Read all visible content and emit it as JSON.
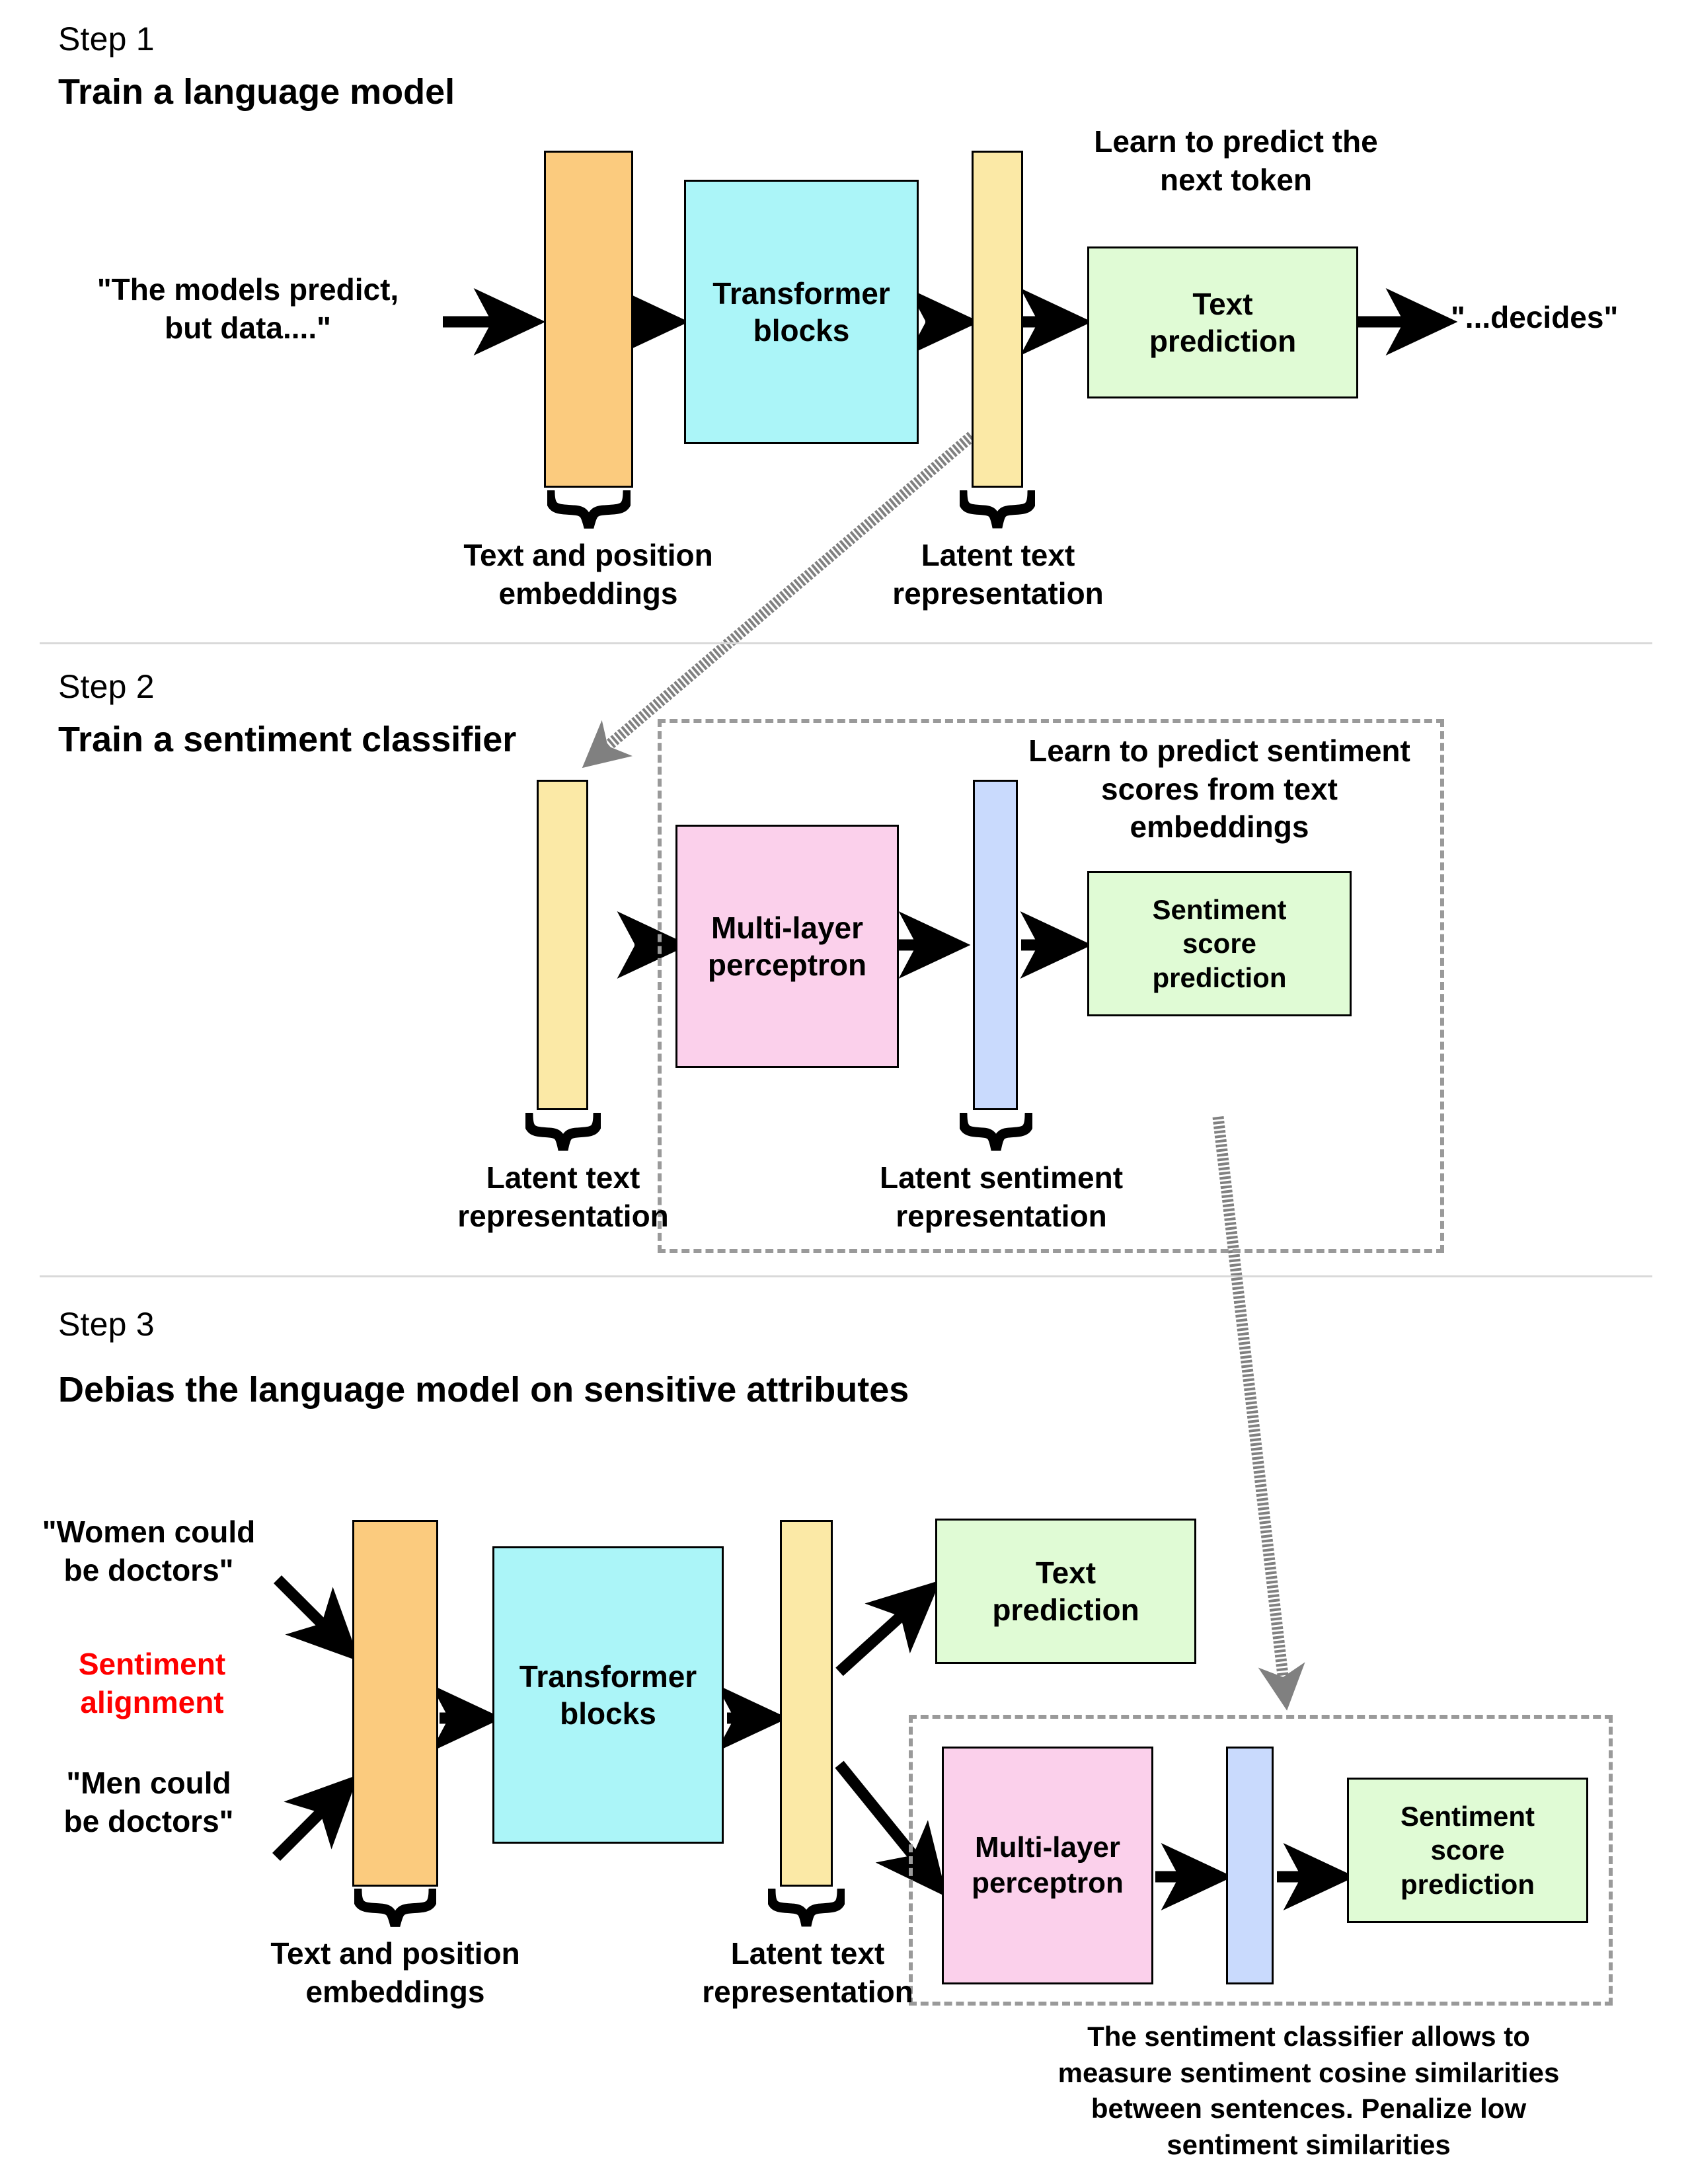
{
  "steps": [
    {
      "id": "step1",
      "label": "Step 1",
      "title": "Train a language model",
      "input_text": "\"The models predict,\nbut data....\"",
      "output_text": "\"...decides\"",
      "annotation": "Learn to predict the\nnext token",
      "blocks": {
        "embeddings_bar": "",
        "transformer": "Transformer\nblocks",
        "latent_bar": "",
        "prediction": "Text\nprediction"
      },
      "brace_labels": {
        "embeddings": "Text and position\nembeddings",
        "latent": "Latent text\nrepresentation"
      }
    },
    {
      "id": "step2",
      "label": "Step 2",
      "title": "Train a sentiment classifier",
      "annotation": "Learn to predict sentiment\nscores from text\nembeddings",
      "blocks": {
        "latent_bar": "",
        "mlp": "Multi-layer\nperceptron",
        "sentiment_bar": "",
        "prediction": "Sentiment\nscore\nprediction"
      },
      "brace_labels": {
        "latent_text": "Latent text\nrepresentation",
        "latent_sentiment": "Latent sentiment\nrepresentation"
      }
    },
    {
      "id": "step3",
      "label": "Step 3",
      "title": "Debias the language model on sensitive attributes",
      "input_top": "\"Women could\nbe doctors\"",
      "input_middle": "Sentiment\nalignment",
      "input_bottom": "\"Men could\nbe doctors\"",
      "blocks": {
        "embeddings_bar": "",
        "transformer": "Transformer\nblocks",
        "latent_bar": "",
        "text_prediction": "Text\nprediction",
        "mlp": "Multi-layer\nperceptron",
        "sentiment_bar": "",
        "sentiment_prediction": "Sentiment\nscore\nprediction"
      },
      "brace_labels": {
        "embeddings": "Text and position\nembeddings",
        "latent": "Latent text\nrepresentation"
      },
      "caption": "The sentiment classifier allows to\nmeasure sentiment cosine similarities\nbetween sentences. Penalize low\nsentiment similarities"
    }
  ],
  "colors": {
    "orange": "#FBCB7E",
    "cyan": "#ABF5F8",
    "light_yellow": "#FBE9A6",
    "green": "#E0FBD5",
    "pink": "#FBD0EB",
    "light_blue": "#C9DAFD",
    "dashed_gray": "#9A9A9A",
    "separator": "#D9D9D9",
    "alignment_red": "#FF0000",
    "outline": "#000000"
  }
}
